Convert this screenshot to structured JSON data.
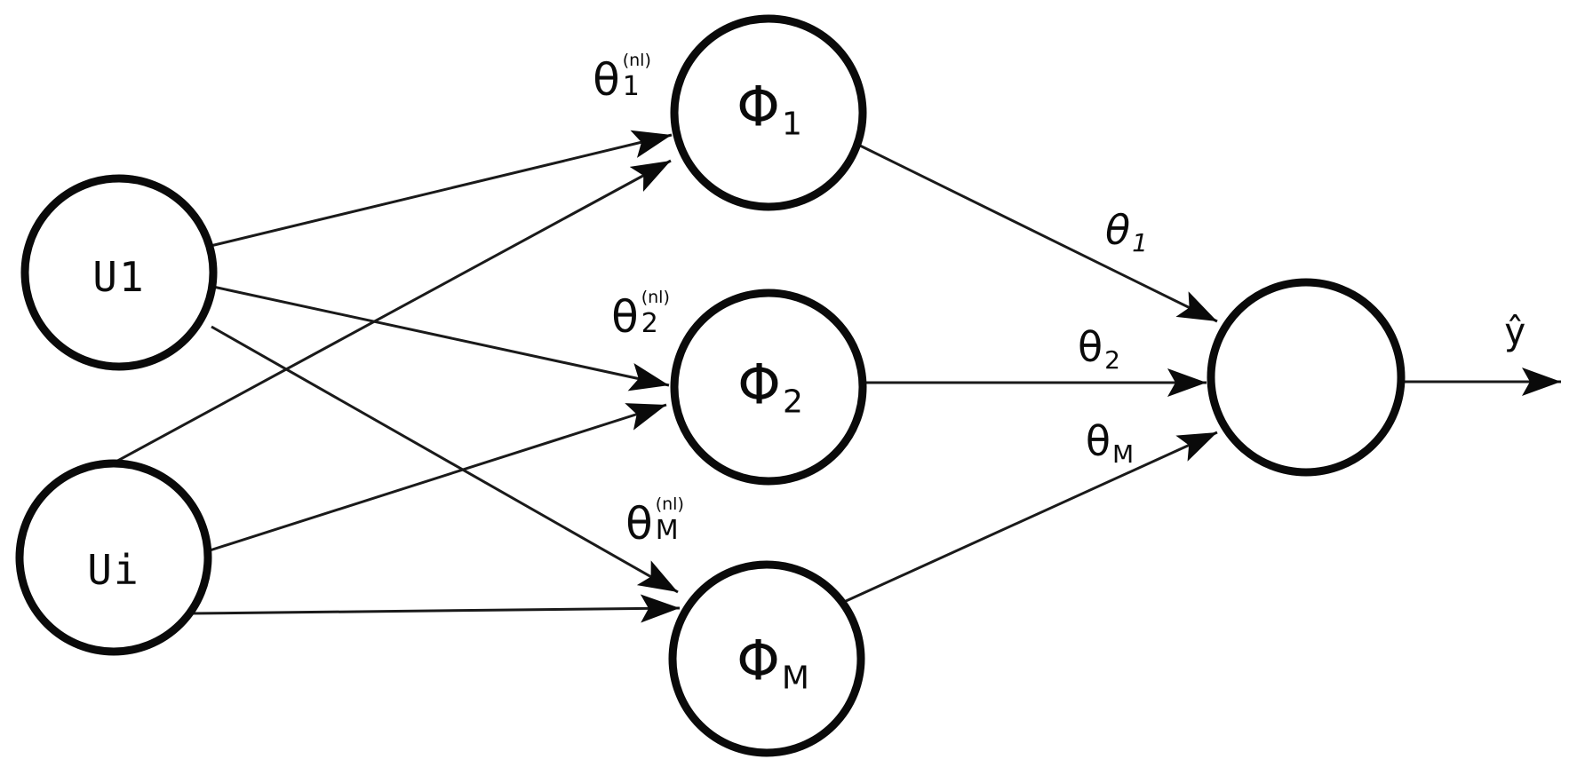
{
  "diagram": {
    "type": "neural-network",
    "colors": {
      "stroke": "#0a0a0a",
      "background": "#ffffff"
    },
    "nodes": {
      "u1": {
        "label": "U1"
      },
      "ui": {
        "label": "Ui"
      },
      "phi1": {
        "base": "Φ",
        "sub": "1"
      },
      "phi2": {
        "base": "Φ",
        "sub": "2"
      },
      "phiM": {
        "base": "Φ",
        "sub": "M"
      },
      "output": {
        "label": ""
      }
    },
    "labels": {
      "theta1_nl": {
        "base": "θ",
        "sup": "(nl)",
        "sub": "1"
      },
      "theta2_nl": {
        "base": "θ",
        "sup": "(nl)",
        "sub": "2"
      },
      "thetaM_nl": {
        "base": "θ",
        "sup": "(nl)",
        "sub": "M"
      },
      "theta1": {
        "base": "θ",
        "sub": "1"
      },
      "theta2": {
        "base": "θ",
        "sub": "2"
      },
      "thetaM": {
        "base": "θ",
        "sub": "M"
      },
      "y_hat": "ŷ"
    },
    "edges": [
      {
        "from": "U1",
        "to": "Φ1"
      },
      {
        "from": "U1",
        "to": "Φ2"
      },
      {
        "from": "U1",
        "to": "ΦM"
      },
      {
        "from": "Ui",
        "to": "Φ1"
      },
      {
        "from": "Ui",
        "to": "Φ2"
      },
      {
        "from": "Ui",
        "to": "ΦM"
      },
      {
        "from": "Φ1",
        "to": "output"
      },
      {
        "from": "Φ2",
        "to": "output"
      },
      {
        "from": "ΦM",
        "to": "output"
      },
      {
        "from": "output",
        "to": "ŷ"
      }
    ]
  }
}
